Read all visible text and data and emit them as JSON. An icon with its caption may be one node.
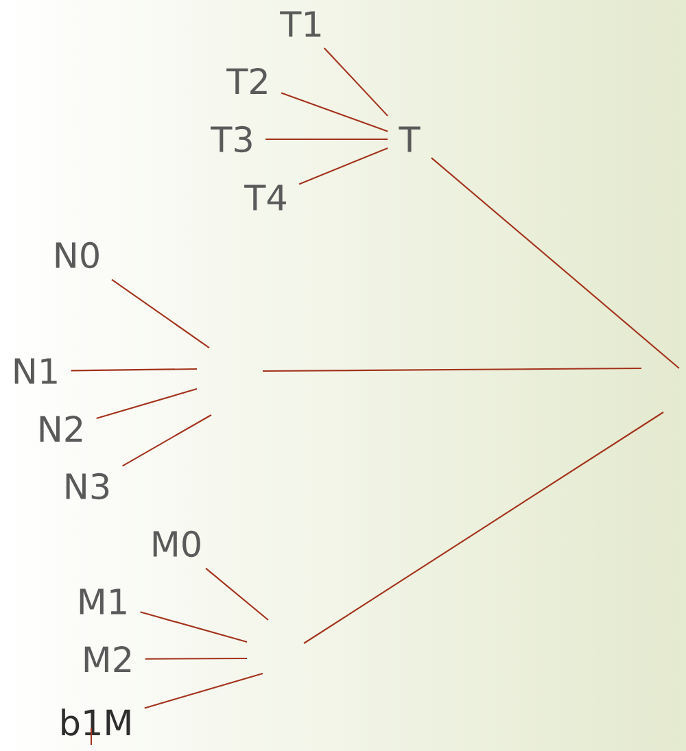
{
  "diagram": {
    "nodes": [
      {
        "text": [
          "T1"
        ]
      },
      {
        "text": [
          "T2"
        ]
      },
      {
        "text": [
          "T3"
        ]
      },
      {
        "text": [
          "T4"
        ]
      },
      {
        "text": [
          "T"
        ]
      },
      {
        "text": [
          "N0"
        ]
      },
      {
        "text": [
          "N1"
        ]
      },
      {
        "text": [
          "N2"
        ]
      },
      {
        "text": [
          "N3"
        ]
      },
      {
        "text": [
          "M0"
        ]
      },
      {
        "text": [
          "M1"
        ]
      },
      {
        "text": [
          "M2"
        ]
      },
      {
        "text": [
          "b1M"
        ]
      }
    ],
    "edges": [
      {
        "from": 0,
        "to": 4,
        "arrow": "none"
      },
      {
        "from": 1,
        "to": 4,
        "arrow": "none"
      },
      {
        "from": 2,
        "to": 4,
        "arrow": "none"
      },
      {
        "from": 3,
        "to": 4,
        "arrow": "none"
      },
      {
        "from": 4,
        "to": null,
        "arrow": "none"
      },
      {
        "from": 5,
        "to": null,
        "arrow": "none"
      },
      {
        "from": 6,
        "to": null,
        "arrow": "none"
      },
      {
        "from": 7,
        "to": null,
        "arrow": "none"
      },
      {
        "from": 8,
        "to": null,
        "arrow": "none"
      },
      {
        "from": 9,
        "to": null,
        "arrow": "none"
      },
      {
        "from": 10,
        "to": null,
        "arrow": "none"
      },
      {
        "from": 11,
        "to": null,
        "arrow": "none"
      },
      {
        "from": 12,
        "to": null,
        "arrow": "none"
      }
    ]
  }
}
